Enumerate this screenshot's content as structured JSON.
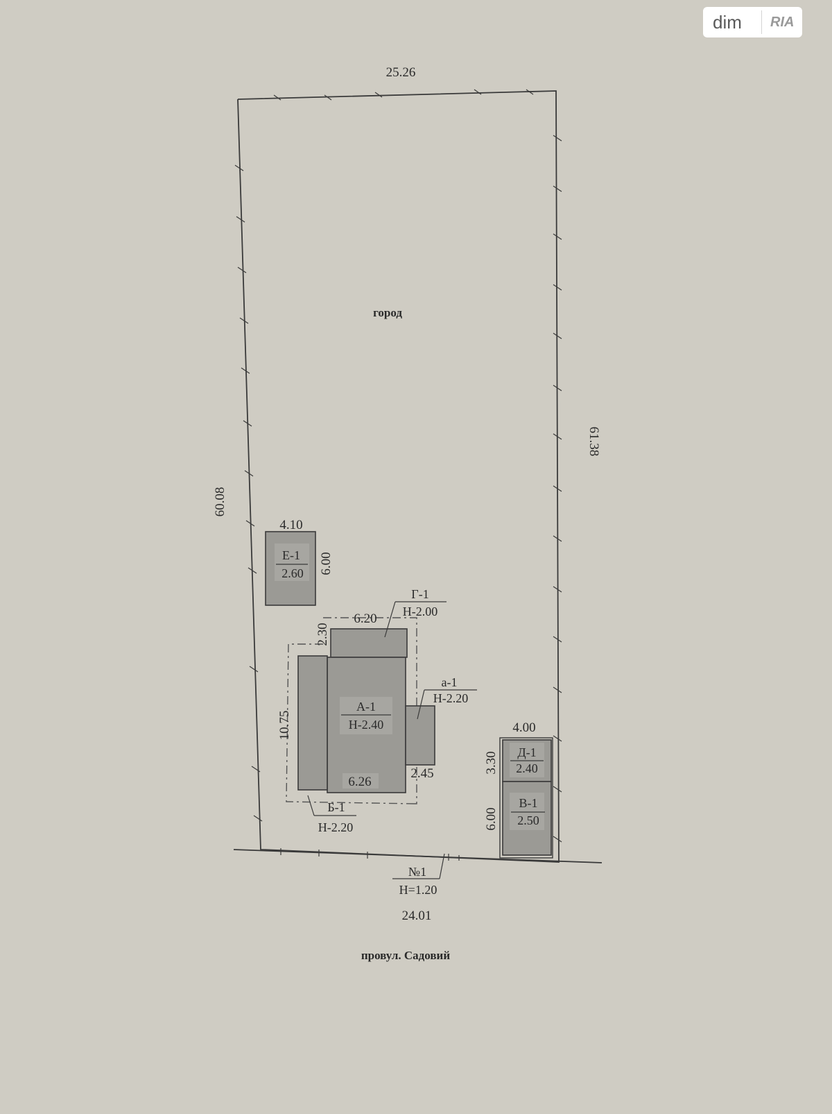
{
  "watermark": {
    "part1": "dim",
    "part2": "RIA"
  },
  "plot": {
    "top_length": "25.26",
    "right_length": "61.38",
    "left_length": "60.08",
    "bottom_length": "24.01",
    "garden_label": "город",
    "street_label": "провул. Садовий"
  },
  "buildings": {
    "E": {
      "dim_top": "4.10",
      "dim_side": "6.00",
      "code": "Е-1",
      "height": "2.60"
    },
    "G": {
      "code": "Г-1",
      "height": "Н-2.00",
      "dim_top": "6.20",
      "dim_side": "2.30"
    },
    "A": {
      "code": "А-1",
      "height": "Н-2.40",
      "dim_bottom": "6.26",
      "dim_side": "10.75"
    },
    "a": {
      "code": "а-1",
      "height": "Н-2.20",
      "dim_bottom": "2.45"
    },
    "B": {
      "code": "Б-1",
      "height": "Н-2.20"
    },
    "D": {
      "dim_top": "4.00",
      "dim_side": "3.30",
      "code": "Д-1",
      "height": "2.40"
    },
    "V": {
      "dim_side": "6.00",
      "code": "В-1",
      "height": "2.50"
    }
  },
  "gate": {
    "code": "№1",
    "height": "Н=1.20"
  }
}
